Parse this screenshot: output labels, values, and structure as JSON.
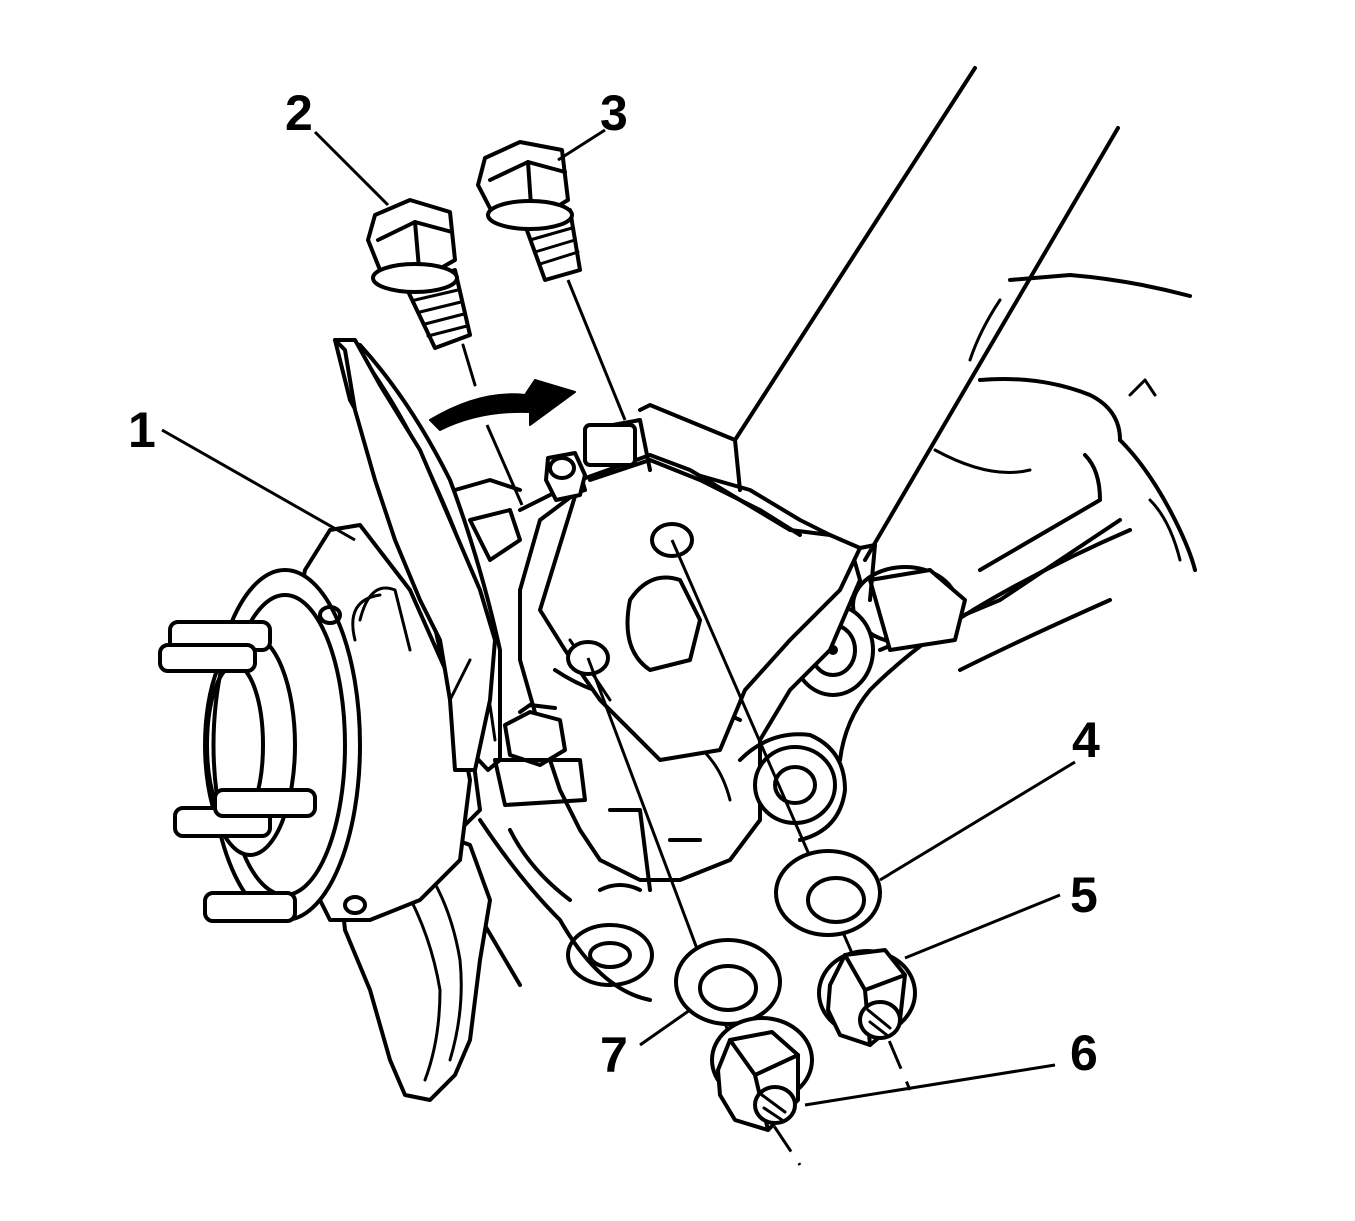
{
  "diagram": {
    "callouts": [
      {
        "id": "1",
        "label": "1"
      },
      {
        "id": "2",
        "label": "2"
      },
      {
        "id": "3",
        "label": "3"
      },
      {
        "id": "4",
        "label": "4"
      },
      {
        "id": "5",
        "label": "5"
      },
      {
        "id": "6",
        "label": "6"
      },
      {
        "id": "7",
        "label": "7"
      }
    ],
    "line_color": "#000000",
    "background_color": "#ffffff"
  }
}
